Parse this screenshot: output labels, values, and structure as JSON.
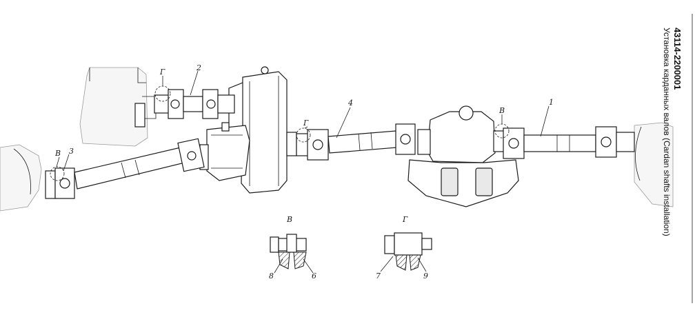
{
  "title": {
    "code": "43114-2200001",
    "description": "Установка карданных валов (Cardan shafts installation)"
  },
  "callouts": [
    "1",
    "2",
    "3",
    "4",
    "6",
    "7",
    "8",
    "9"
  ],
  "detail_markers": {
    "v": "В",
    "g": "Г"
  },
  "detail_views": [
    {
      "heading": "В",
      "labels": [
        "8",
        "6"
      ]
    },
    {
      "heading": "Г",
      "labels": [
        "7",
        "9"
      ]
    }
  ]
}
